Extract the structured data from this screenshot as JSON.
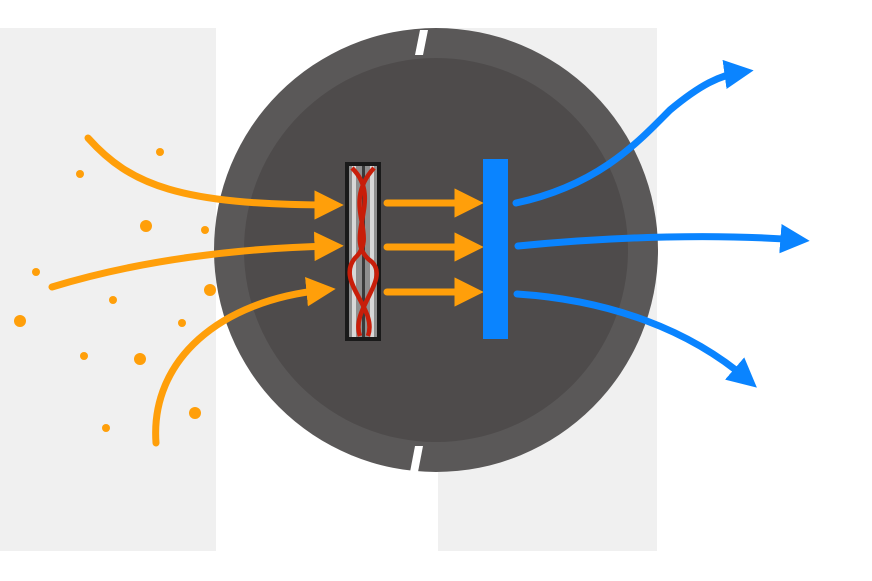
{
  "diagram": {
    "description_free": true,
    "colors": {
      "background": "#ffffff",
      "panel": "#f0f0f0",
      "device_outer": "#5a5858",
      "device_inner": "#4e4b4b",
      "gap": "#ffffff",
      "input_flow": "#ff9f0a",
      "output_flow": "#0a84ff",
      "filter_frame": "#1a1a1a",
      "filter_fill": "#8f8f8f",
      "filter_wire": "#c81e0a",
      "filter_stripe": "#d8d8d8",
      "filter_dark": "#3a3a3a"
    },
    "elements": {
      "input_particles": "orange dots",
      "input_arrows": 3,
      "inner_arrows": 3,
      "output_arrows": 3,
      "filter_icon": "striped-coil",
      "barrier_icon": "blue-bar"
    }
  }
}
